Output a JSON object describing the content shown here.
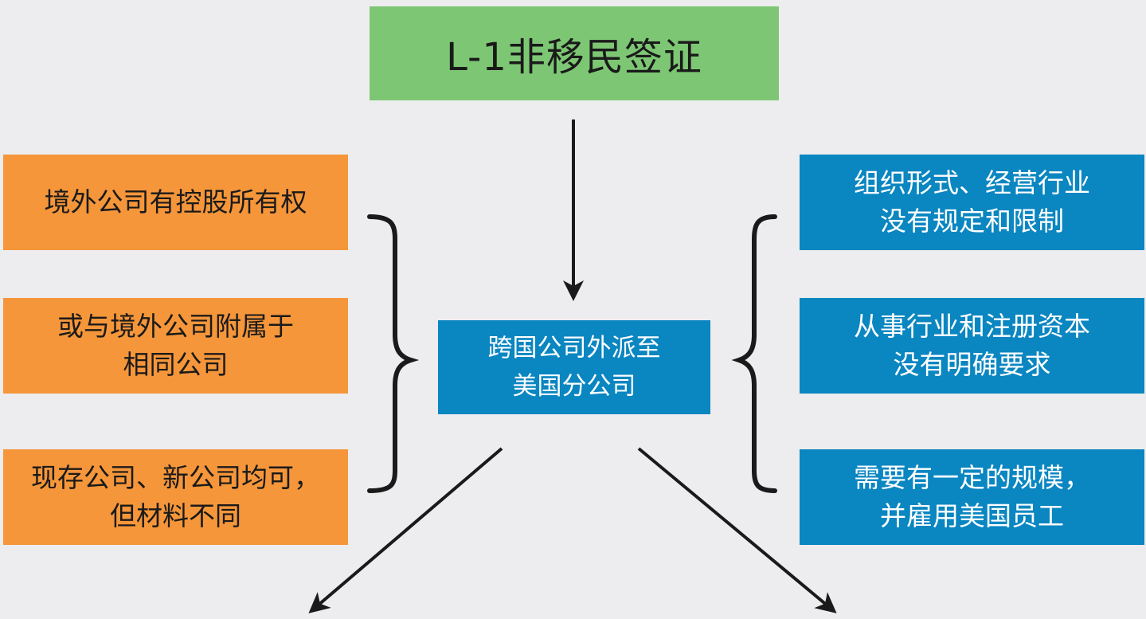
{
  "title": "L-1非移民签证",
  "center": {
    "lines": [
      "跨国公司外派至",
      "美国分公司"
    ]
  },
  "left_items": [
    {
      "lines": [
        "境外公司有控股所有权"
      ]
    },
    {
      "lines": [
        "或与境外公司附属于",
        "相同公司"
      ]
    },
    {
      "lines": [
        "现存公司、新公司均可，",
        "但材料不同"
      ]
    }
  ],
  "right_items": [
    {
      "lines": [
        "组织形式、经营行业",
        "没有规定和限制"
      ]
    },
    {
      "lines": [
        "从事行业和注册资本",
        "没有明确要求"
      ]
    },
    {
      "lines": [
        "需要有一定的规模，",
        "并雇用美国员工"
      ]
    }
  ],
  "colors": {
    "background": "#ededef",
    "title_box": "#7dc774",
    "left_boxes": "#f5963a",
    "right_boxes": "#0a86c1",
    "center_box": "#0a86c1",
    "lines": "#1a1a1a"
  }
}
